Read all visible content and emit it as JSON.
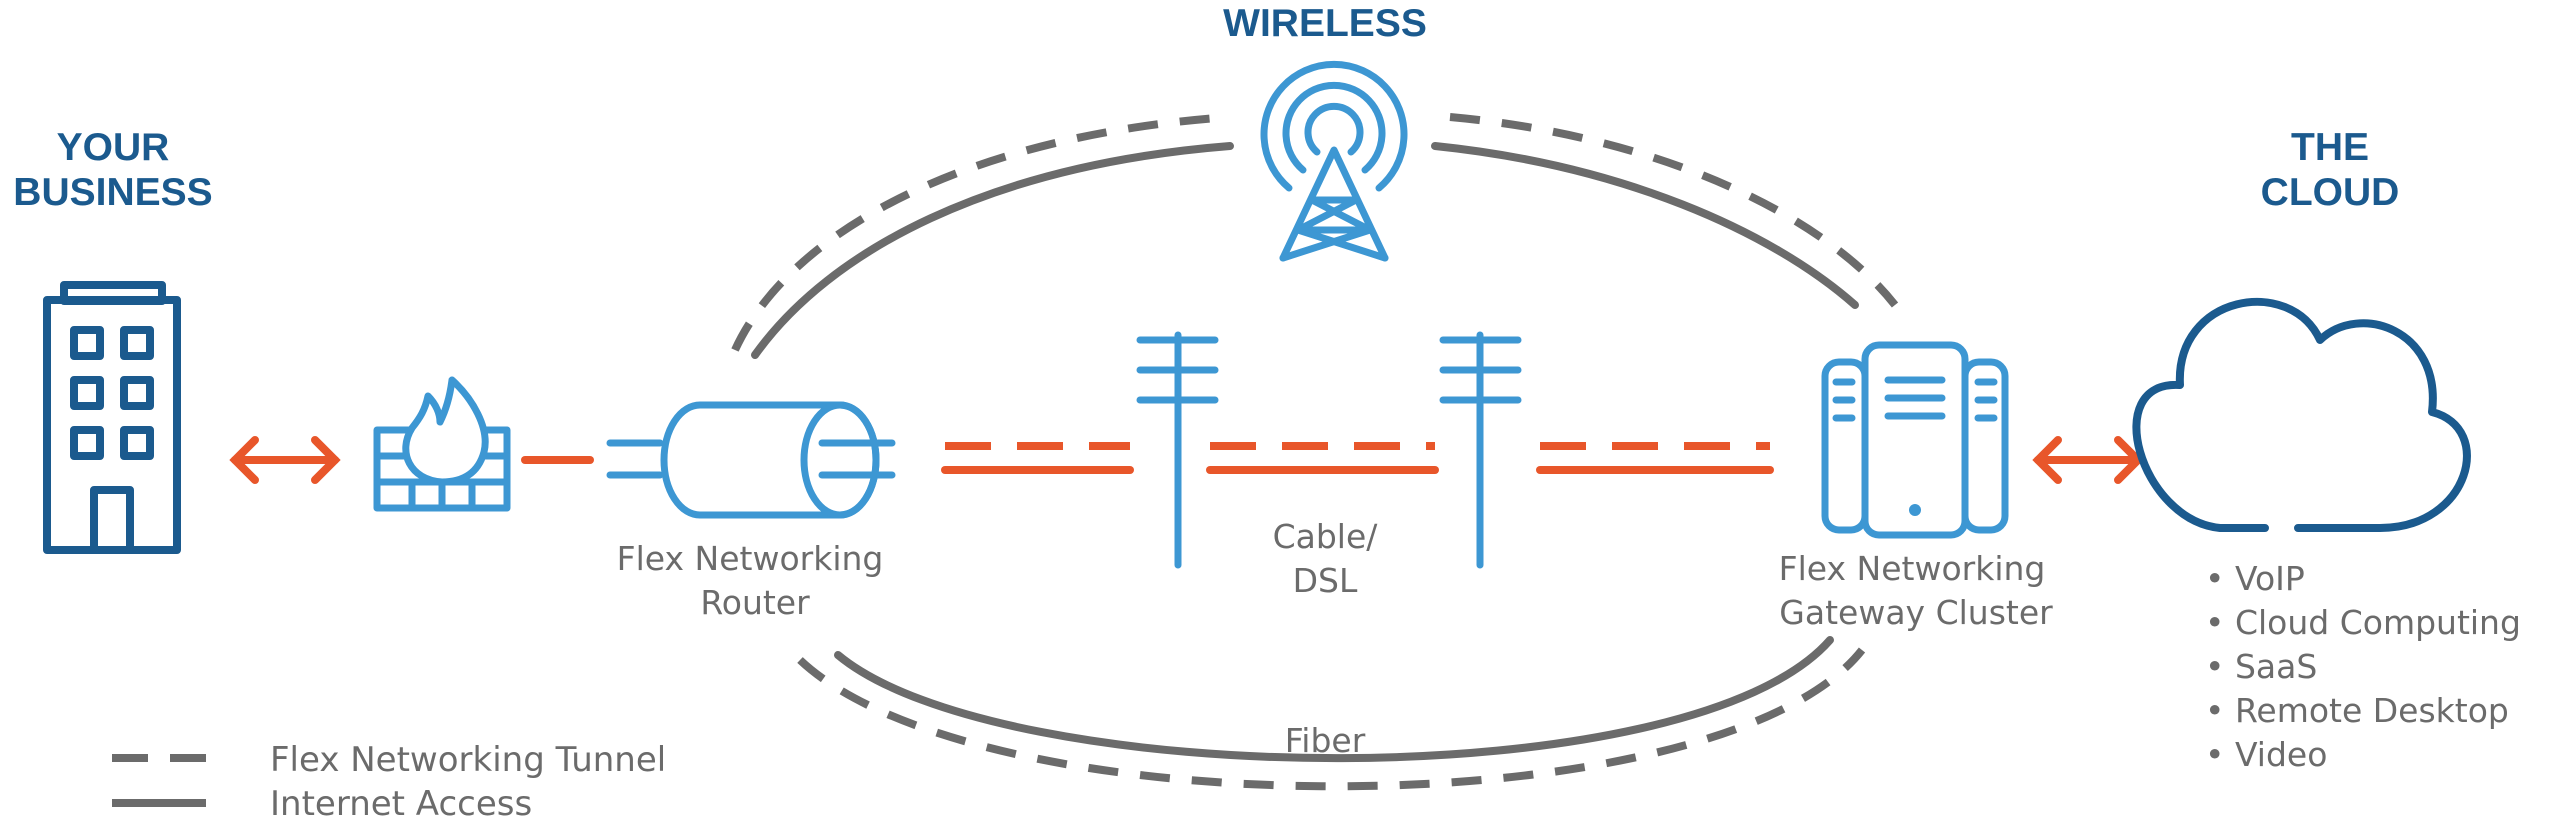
{
  "headings": {
    "wireless": "WIRELESS",
    "business_line1": "YOUR",
    "business_line2": "BUSINESS",
    "cloud_line1": "THE",
    "cloud_line2": "CLOUD"
  },
  "nodes": {
    "router_line1": "Flex Networking",
    "router_line2": "Router",
    "gateway_line1": "Flex Networking",
    "gateway_line2": "Gateway Cluster"
  },
  "links": {
    "cable_line1": "Cable/",
    "cable_line2": "DSL",
    "fiber": "Fiber"
  },
  "cloud_services": [
    "• VoIP",
    "• Cloud Computing",
    "• SaaS",
    "• Remote Desktop",
    "• Video"
  ],
  "legend": {
    "tunnel": "Flex Networking Tunnel",
    "internet": "Internet Access"
  },
  "colors": {
    "navy": "#1b5a8e",
    "blue": "#3d97d3",
    "orange": "#e8562a",
    "gray": "#6b6b6b"
  },
  "icons": [
    "building-icon",
    "firewall-icon",
    "router-icon",
    "wireless-tower-icon",
    "utility-pole-icon",
    "gateway-server-icon",
    "cloud-icon"
  ]
}
